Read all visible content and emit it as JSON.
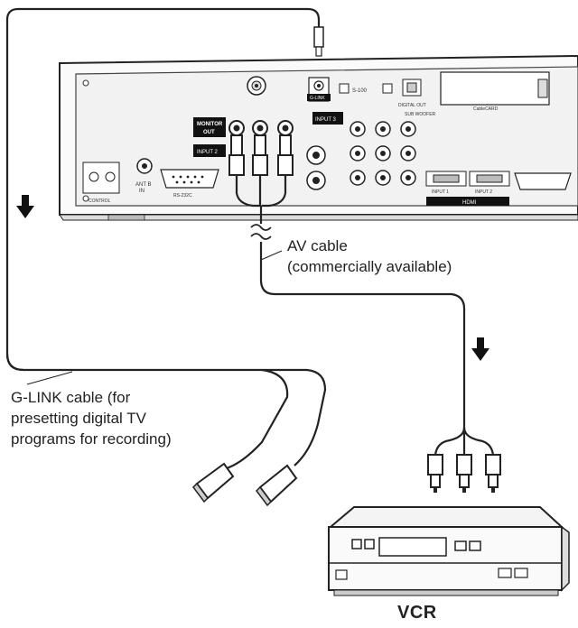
{
  "labels": {
    "av_cable_line1": "AV cable",
    "av_cable_line2": "(commercially available)",
    "glink_line1": "G-LINK cable (for",
    "glink_line2": "presetting digital TV",
    "glink_line3": "programs for recording)",
    "vcr": "VCR"
  },
  "panel_labels": {
    "g_link": "G-LINK",
    "monitor_out_1": "MONITOR",
    "monitor_out_2": "OUT",
    "input_2": "INPUT 2",
    "input_3": "INPUT 3",
    "ant_b_in_1": "ANT B",
    "ant_b_in_2": "IN",
    "control": "CONTROL",
    "rs232c": "RS-232C",
    "hdmi": "HDMI",
    "hdmi_input_1": "INPUT 1",
    "hdmi_input_2": "INPUT 2",
    "sub_woofer": "SUB WOOFER",
    "digital_out": "DIGITAL OUT",
    "cable_card": "CableCARD",
    "s100": "S-100"
  },
  "colors": {
    "line": "#222222",
    "panel_fill": "#f4f4f4",
    "label_box": "#111111"
  },
  "icons": [
    "down-arrow-icon",
    "rca-plug-icon",
    "cable-break-icon",
    "vcr-icon"
  ]
}
